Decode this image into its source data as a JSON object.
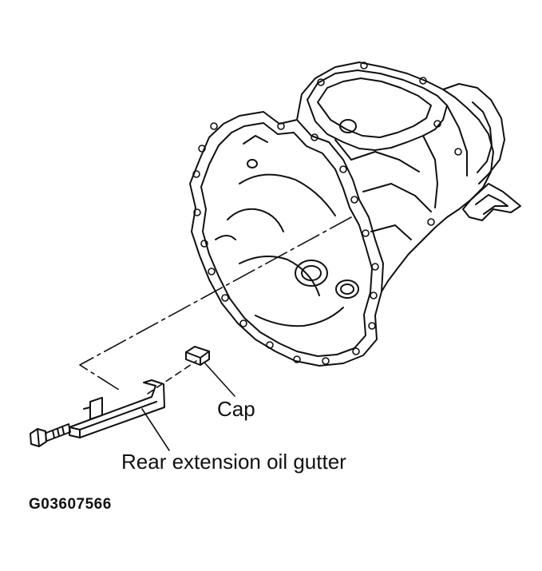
{
  "labels": {
    "cap": "Cap",
    "rear_extension_oil_gutter": "Rear extension oil gutter"
  },
  "figure_code": "G03607566",
  "colors": {
    "line": "#111111",
    "background": "#ffffff"
  }
}
